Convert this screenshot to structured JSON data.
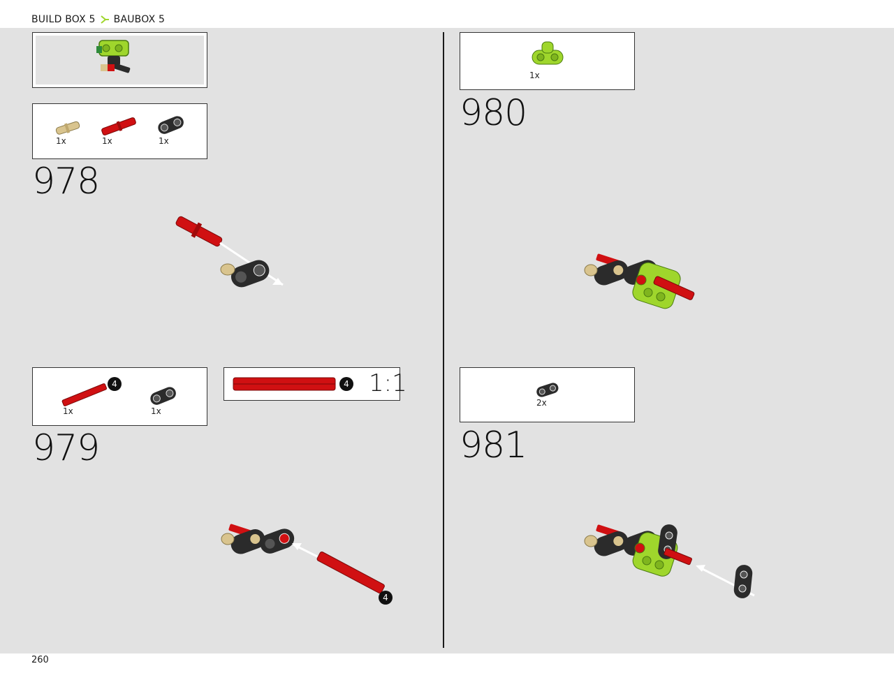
{
  "header": {
    "build_box": "BUILD BOX 5",
    "baubox": "BAUBOX 5"
  },
  "footer": {
    "page_number": "260"
  },
  "colors": {
    "accent": "#9fd62c",
    "red": "#d01012",
    "black": "#2b2b2b",
    "tan": "#d9c48e",
    "panel": "#e2e2e2"
  },
  "steps": [
    {
      "number": "978",
      "parts": [
        {
          "name": "tan-pin-icon",
          "qty": "1x"
        },
        {
          "name": "red-axle-pin-icon",
          "qty": "1x"
        },
        {
          "name": "black-beam-icon",
          "qty": "1x"
        }
      ]
    },
    {
      "number": "979",
      "parts": [
        {
          "name": "red-axle-icon",
          "qty": "1x",
          "length": "4"
        },
        {
          "name": "black-beam-icon",
          "qty": "1x"
        }
      ],
      "scale": {
        "length": "4",
        "label": "1:1"
      },
      "axle_callout": "4"
    },
    {
      "number": "980",
      "parts": [
        {
          "name": "lime-connector-icon",
          "qty": "1x"
        }
      ]
    },
    {
      "number": "981",
      "parts": [
        {
          "name": "black-beam-icon",
          "qty": "2x"
        }
      ]
    }
  ]
}
